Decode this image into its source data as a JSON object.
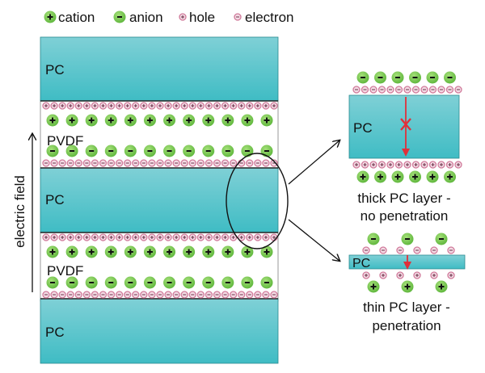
{
  "legend": {
    "items": [
      {
        "key": "cation",
        "label": "cation",
        "symbol": "+",
        "kind": "ion-large"
      },
      {
        "key": "anion",
        "label": "anion",
        "symbol": "-",
        "kind": "ion-large"
      },
      {
        "key": "hole",
        "label": "hole",
        "symbol": "+",
        "kind": "carrier-small"
      },
      {
        "key": "electron",
        "label": "electron",
        "symbol": "-",
        "kind": "carrier-small"
      }
    ]
  },
  "colors": {
    "pc_fill_top": "#7fd0d6",
    "pc_fill_bottom": "#3fbcc4",
    "ion_green": "#6cc24a",
    "carrier_pink": "#d07a9a",
    "arrow_red": "#e0303a",
    "line": "#111111"
  },
  "stack": {
    "layers": [
      {
        "name": "pc-layer-top",
        "label": "PC",
        "type": "PC"
      },
      {
        "name": "pvdf-layer-upper",
        "label": "PVDF",
        "type": "PVDF"
      },
      {
        "name": "pc-layer-middle",
        "label": "PC",
        "type": "PC"
      },
      {
        "name": "pvdf-layer-lower",
        "label": "PVDF",
        "type": "PVDF"
      },
      {
        "name": "pc-layer-bottom",
        "label": "PC",
        "type": "PC"
      }
    ],
    "pvdf_ion_count": 12,
    "pvdf_carrier_count": 29,
    "field_label": "electric field"
  },
  "insets": {
    "thick": {
      "label": "PC",
      "caption_line1": "thick PC layer -",
      "caption_line2": "no penetration",
      "ion_count": 6,
      "carrier_count": 13
    },
    "thin": {
      "label": "PC",
      "caption_line1": "thin PC layer -",
      "caption_line2": "penetration",
      "ion_count": 3,
      "carrier_pairs": 3
    }
  }
}
